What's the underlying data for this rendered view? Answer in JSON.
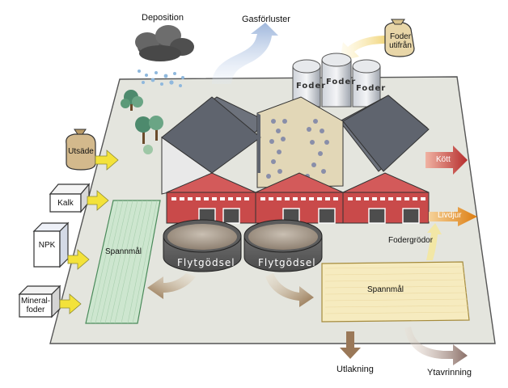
{
  "labels": {
    "deposition": "Deposition",
    "gasforluster": "Gasförluster",
    "foder_utifran_1": "Foder",
    "foder_utifran_2": "utifrån",
    "silo": "Foder",
    "utsade": "Utsäde",
    "kalk": "Kalk",
    "npk": "NPK",
    "mineralfoder_1": "Mineral-",
    "mineralfoder_2": "foder",
    "spannmal_left": "Spannmål",
    "spannmal_right": "Spannmål",
    "flytgodsel": "Flytgödsel",
    "kott": "Kött",
    "livdjur": "Livdjur",
    "fodergrodor": "Fodergrödor",
    "utlakning": "Utlakning",
    "ytavrinning": "Ytavrinning"
  },
  "colors": {
    "ground": "#e6e6df",
    "barn_red": "#c94a4a",
    "roof": "#7a7f8a",
    "field_green": "#cfe8cf",
    "field_yellow": "#f7ecc0",
    "arrow_yellow": "#f4e33a",
    "arrow_red": "#c43a3a",
    "arrow_orange": "#e08a1e",
    "arrow_brown": "#9a7a55",
    "arrow_blue": "#b9cbe6"
  }
}
